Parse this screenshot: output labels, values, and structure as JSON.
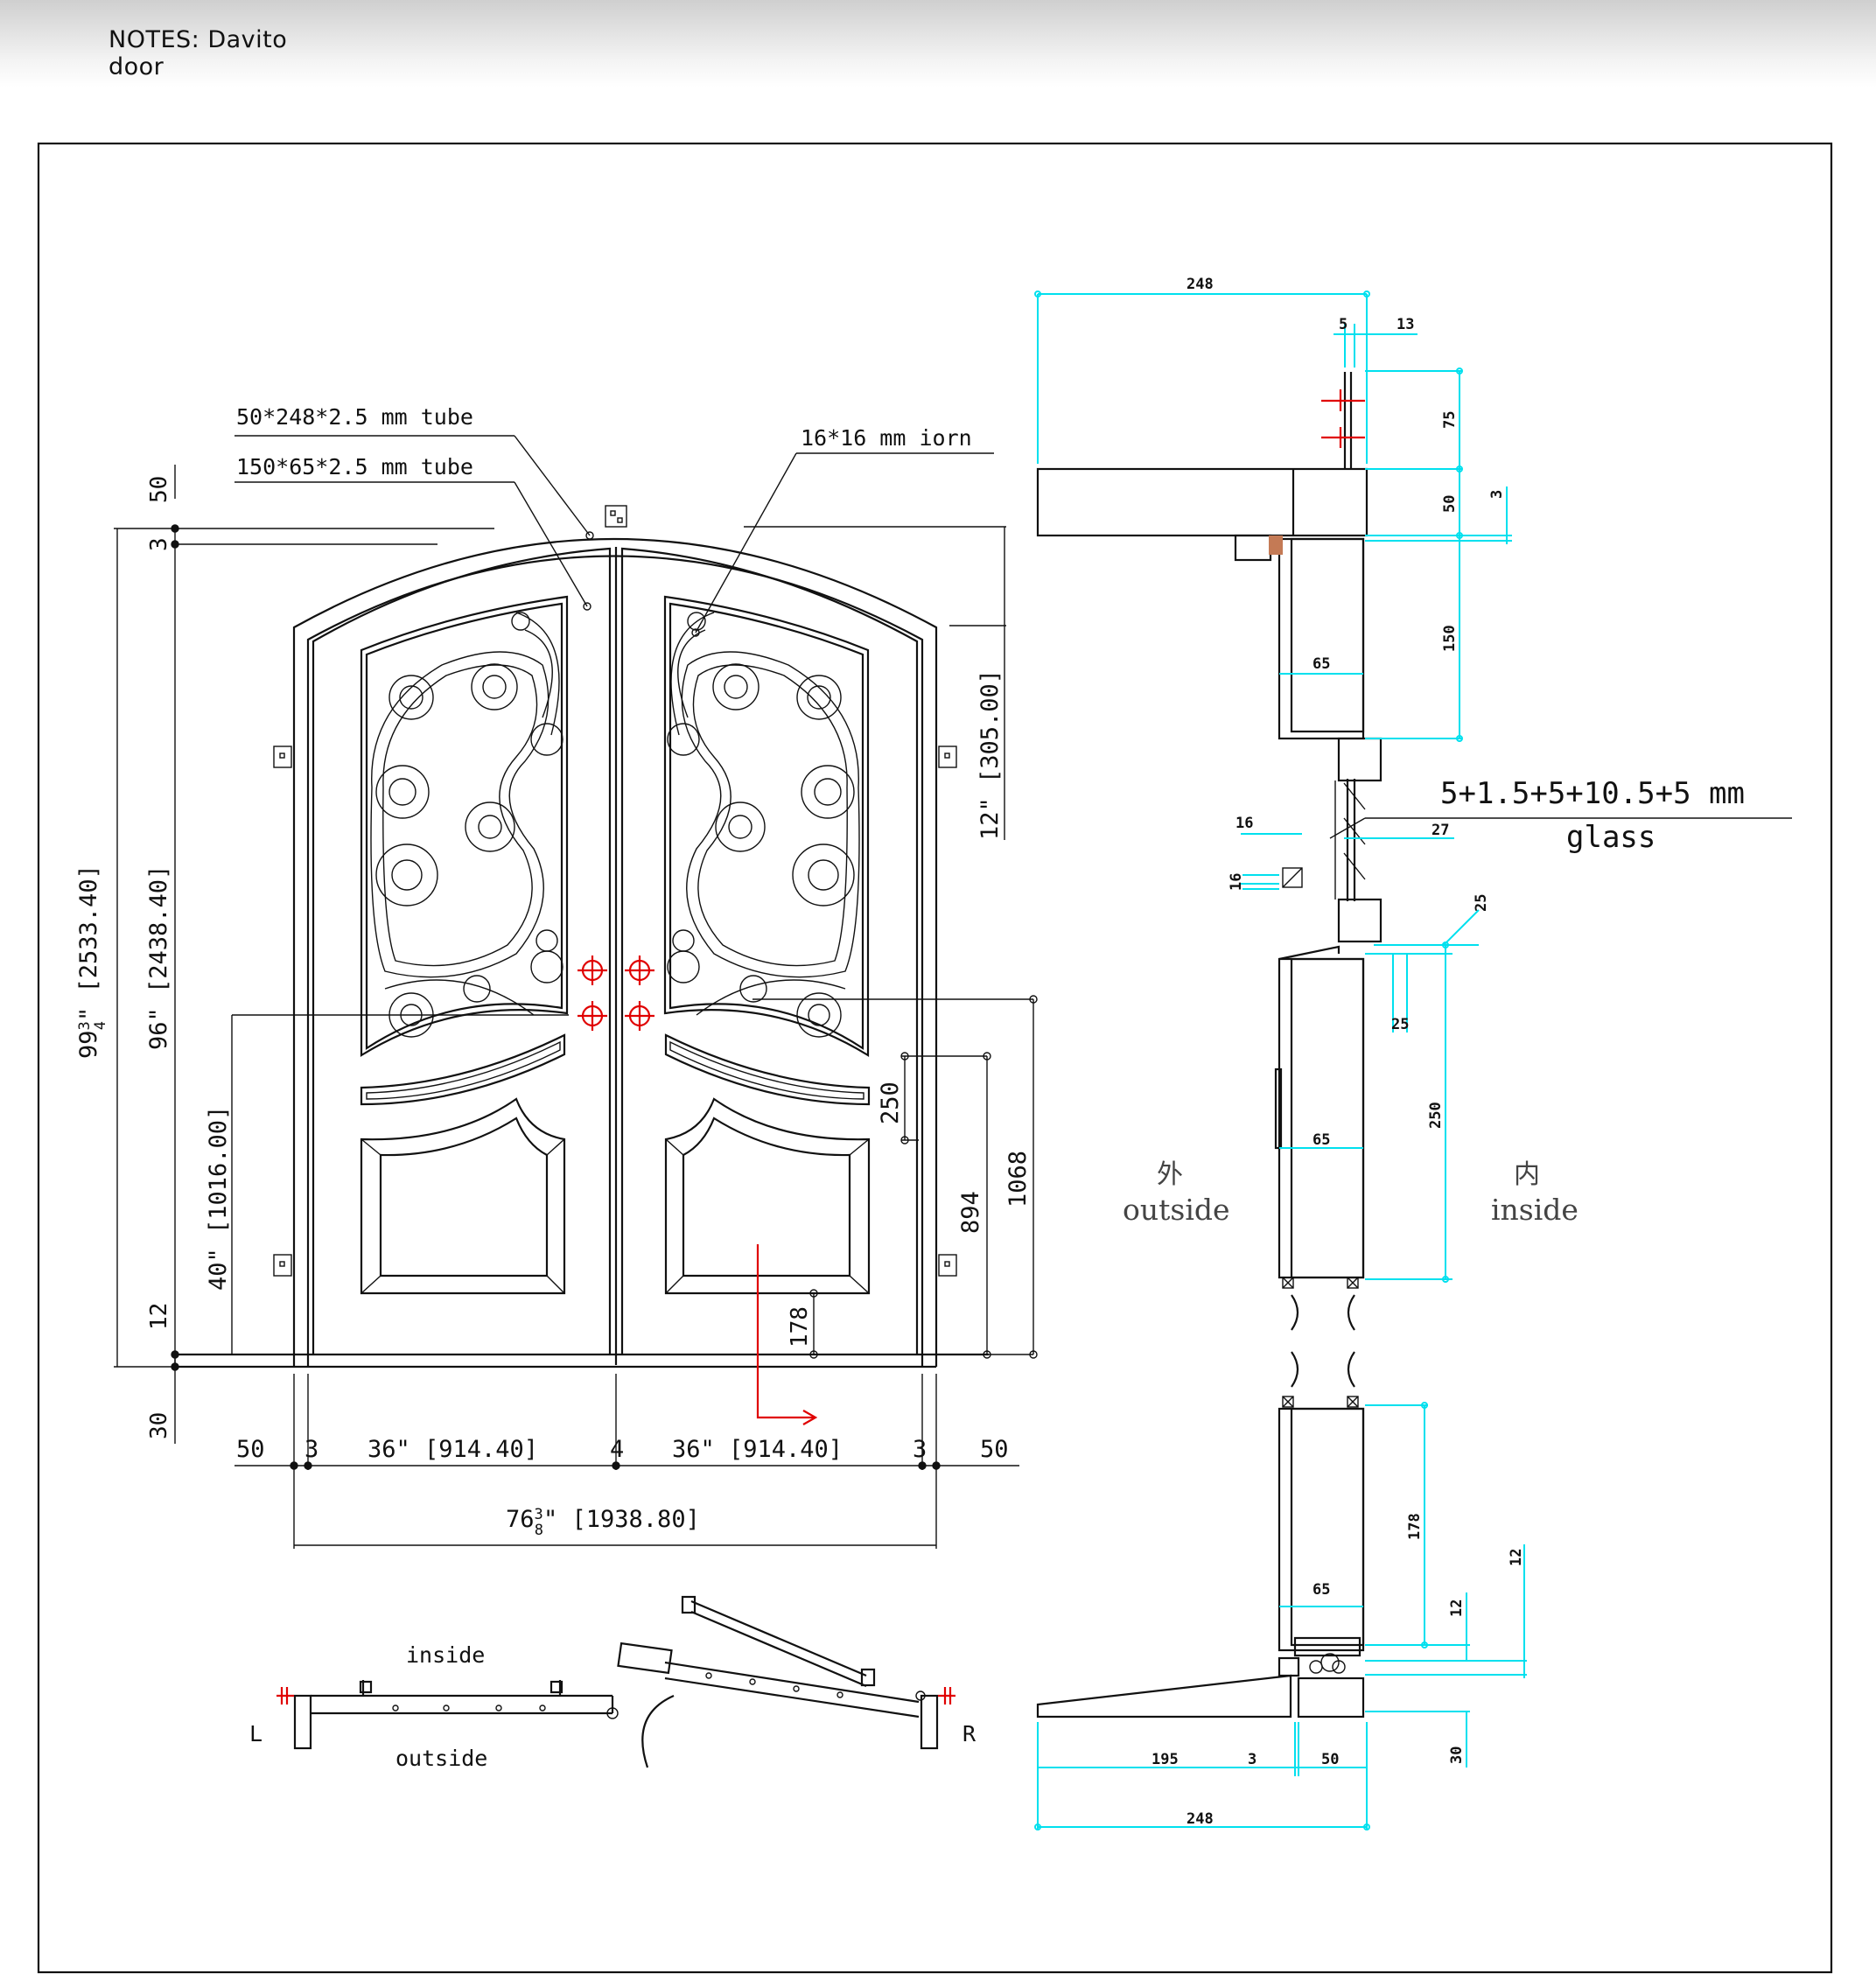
{
  "header": {
    "notes_line1": "NOTES: Davito",
    "notes_line2": "door"
  },
  "colors": {
    "line": "#111111",
    "dimension_cyan": "#00e0ee",
    "marker_red": "#e00000"
  },
  "front_view": {
    "callouts": {
      "top_tube": "50*248*2.5 mm tube",
      "side_tube": "150*65*2.5 mm tube",
      "iron": "16*16 mm iorn"
    },
    "left_dims": {
      "top_50": "50",
      "top_3": "3",
      "overall": "99¾\" [2533.40]",
      "overall_whole": "99",
      "overall_num": "3",
      "overall_den": "4",
      "overall_rest": "\" [2533.40]",
      "leaf": "96\" [2438.40]",
      "handle": "40\" [1016.00]",
      "bottom_12": "12",
      "bottom_30": "30"
    },
    "right_dims": {
      "arch": "12\" [305.00]",
      "d250": "250",
      "d894": "894",
      "d1068": "1068",
      "d178": "178"
    },
    "bottom_dims": {
      "side_left": "50",
      "gap_left": "3",
      "leaf_left": "36\" [914.40]",
      "center": "4",
      "leaf_right": "36\" [914.40]",
      "gap_right": "3",
      "side_right": "50",
      "total_whole": "76",
      "total_num": "3",
      "total_den": "8",
      "total_rest": "\" [1938.80]"
    }
  },
  "plan_view": {
    "inside": "inside",
    "outside": "outside",
    "left_mark": "L",
    "right_mark": "R"
  },
  "section_view": {
    "top_width": "248",
    "d5": "5",
    "d13": "13",
    "d75": "75",
    "d50": "50",
    "d3": "3",
    "d150": "150",
    "d65_top": "65",
    "glass_spec": "5+1.5+5+10.5+5 mm",
    "glass_label": "glass",
    "d27": "27",
    "d16_a": "16",
    "d16_b": "16",
    "d25_a": "25",
    "d25_b": "25",
    "d250": "250",
    "d65_mid": "65",
    "outside_cn": "外",
    "outside_en": "outside",
    "inside_cn": "内",
    "inside_en": "inside",
    "d178": "178",
    "d65_bot": "65",
    "d12_a": "12",
    "d12_b": "12",
    "d195": "195",
    "d3_bot": "3",
    "d50_bot": "50",
    "d30": "30",
    "bottom_width": "248"
  }
}
